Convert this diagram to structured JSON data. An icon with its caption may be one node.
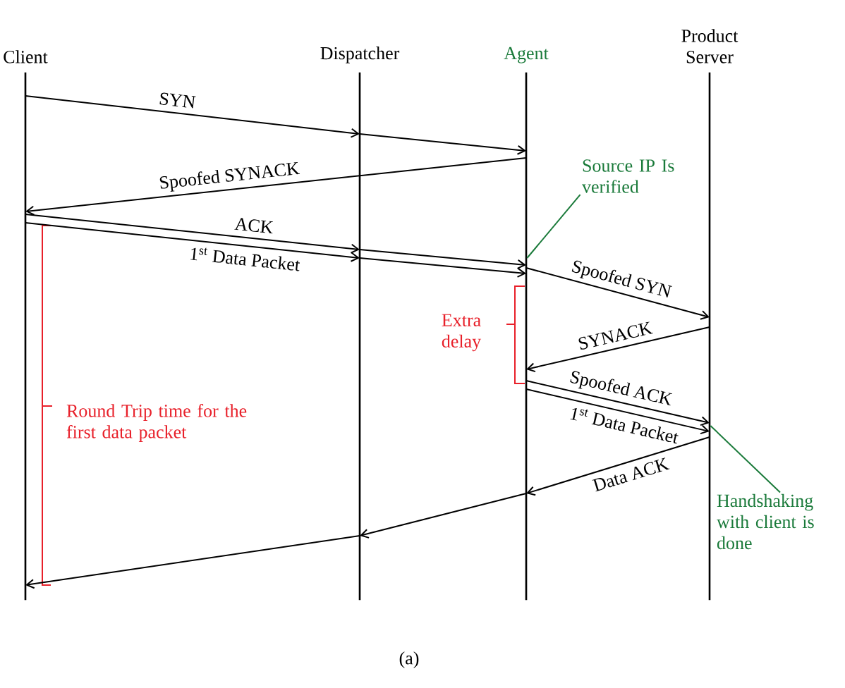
{
  "diagram": {
    "caption": "(a)",
    "nodes": [
      {
        "text": [
          "Client"
        ]
      },
      {
        "text": [
          "Dispatcher"
        ]
      },
      {
        "text": [
          "Agent"
        ]
      },
      {
        "text": [
          "Product Server"
        ]
      },
      {
        "text": [
          "Source IP Is verified"
        ]
      },
      {
        "text": [
          "Handshaking with client is done"
        ]
      }
    ],
    "edges": [
      {
        "from": 0,
        "to": 1,
        "arrow": "to",
        "label": "SYN"
      },
      {
        "from": 1,
        "to": 2,
        "arrow": "to"
      },
      {
        "from": 2,
        "to": 0,
        "arrow": "to",
        "label": "Spoofed SYNACK"
      },
      {
        "from": 0,
        "to": 1,
        "arrow": "to",
        "label": "ACK"
      },
      {
        "from": 1,
        "to": 2,
        "arrow": "to"
      },
      {
        "from": 0,
        "to": 1,
        "arrow": "to",
        "label": "1$^{st}$ Data Packet"
      },
      {
        "from": 1,
        "to": 2,
        "arrow": "to"
      },
      {
        "from": 2,
        "to": 3,
        "arrow": "to",
        "label": "Spoofed SYN"
      },
      {
        "from": 3,
        "to": 2,
        "arrow": "to",
        "label": "SYNACK"
      },
      {
        "from": 2,
        "to": 3,
        "arrow": "to",
        "label": "Spoofed ACK"
      },
      {
        "from": 2,
        "to": 3,
        "arrow": "to",
        "label": "1$^{st}$ Data Packet"
      },
      {
        "from": 3,
        "to": 2,
        "arrow": "to",
        "label": "Data ACK"
      },
      {
        "from": 2,
        "to": 1,
        "arrow": "to"
      },
      {
        "from": 1,
        "to": 0,
        "arrow": "to"
      },
      {
        "from": 4,
        "to": 2,
        "arrow": "none",
        "color": "#1a7a3a"
      },
      {
        "from": 5,
        "to": 3,
        "arrow": "none",
        "color": "#1a7a3a"
      }
    ],
    "labels": [
      "Round Trip time for the first data packet",
      "Extra delay"
    ]
  }
}
